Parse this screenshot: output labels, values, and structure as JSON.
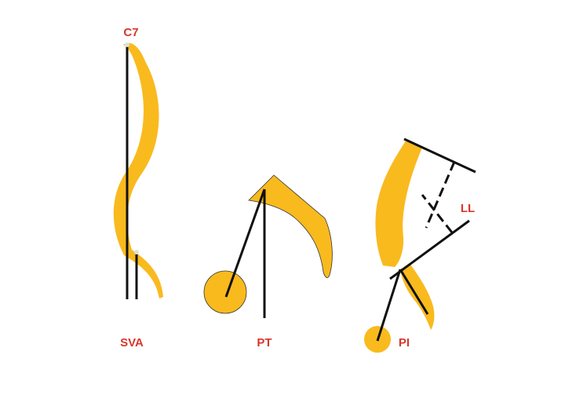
{
  "colors": {
    "bone": "#F9BA1E",
    "line": "#111111",
    "label": "#D8362B",
    "marker": "#DDE3D6"
  },
  "labels": {
    "c7": "C7",
    "sva": "SVA",
    "pt": "PT",
    "pi": "PI",
    "ll": "LL"
  }
}
